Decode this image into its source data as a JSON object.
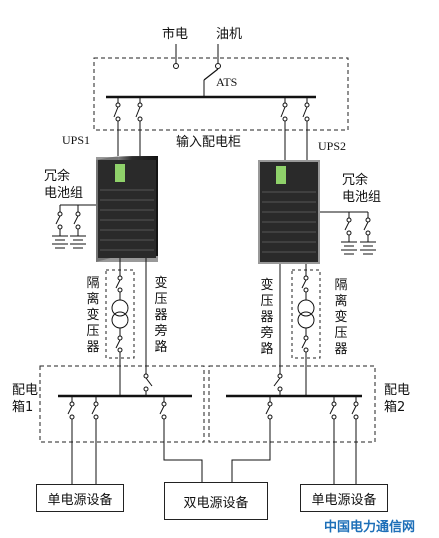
{
  "labels": {
    "city_power": "市电",
    "generator": "油机",
    "ats": "ATS",
    "ups1": "UPS1",
    "ups2": "UPS2",
    "input_cabinet": "输入配电柜",
    "battery_left": "冗余\n电池组",
    "battery_right": "冗余\n电池组",
    "iso_transformer_left": "隔离变压器",
    "bypass_left": "变压器旁路",
    "bypass_right": "变压器旁路",
    "iso_transformer_right": "隔离变压器",
    "dist_box_1": "配电\n箱1",
    "dist_box_2": "配电\n箱2",
    "single_left": "单电源设备",
    "dual": "双电源设备",
    "single_right": "单电源设备",
    "watermark": "中国电力通信网"
  },
  "colors": {
    "line": "#111111",
    "ups_body": "#1a1a1a",
    "ups_panel": "#8fd16a",
    "watermark": "#1d6fb8"
  }
}
